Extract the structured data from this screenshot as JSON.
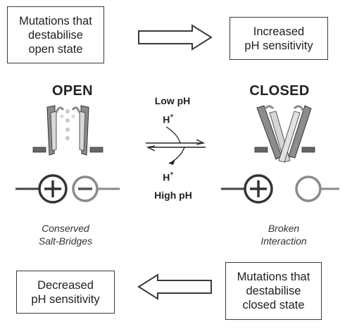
{
  "boxes": {
    "top_left": [
      "Mutations that",
      "destabilise",
      "open state"
    ],
    "top_right": [
      "Increased",
      "pH sensitivity"
    ],
    "bottom_left": [
      "Decreased",
      "pH sensitivity"
    ],
    "bottom_right": [
      "Mutations that",
      "destabilise",
      "closed state"
    ]
  },
  "states": {
    "open": "OPEN",
    "closed": "CLOSED"
  },
  "conditions": {
    "low_ph": "Low pH",
    "high_ph": "High pH",
    "proton_symbol": "H",
    "proton_charge": "+"
  },
  "captions": {
    "open": [
      "Conserved",
      "Salt-Bridges"
    ],
    "closed": [
      "Broken",
      "Interaction"
    ]
  },
  "colors": {
    "dark_gray": "#555555",
    "light_gray": "#cfcfcf",
    "mid_gray": "#8a8a8a",
    "outline": "#3a3a3a"
  }
}
